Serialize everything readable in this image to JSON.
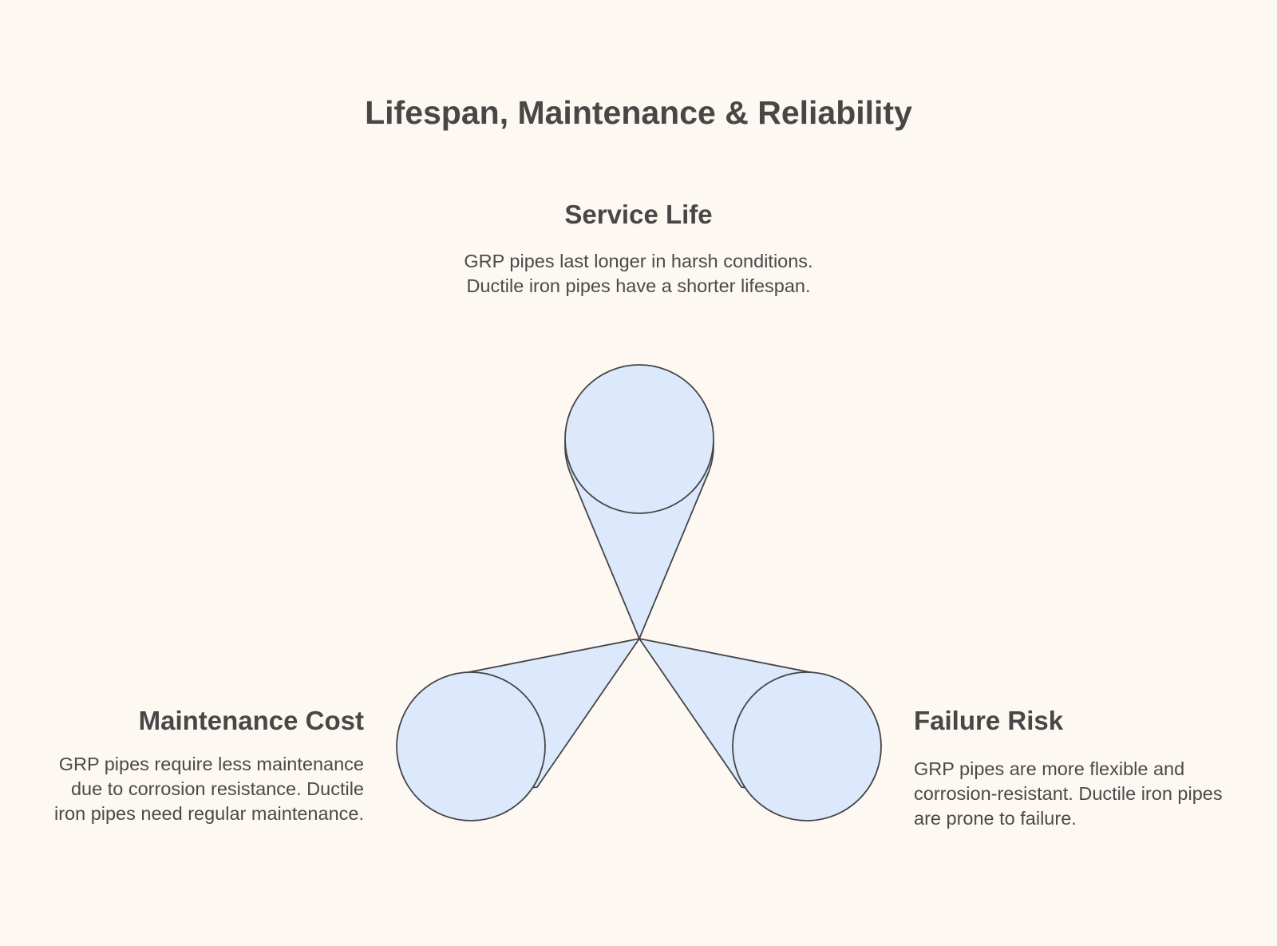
{
  "title": "Lifespan, Maintenance & Reliability",
  "colors": {
    "background": "#fdf8f2",
    "node_fill": "#dce8fc",
    "stroke": "#454545",
    "text": "#474747"
  },
  "nodes": [
    {
      "id": "service-life",
      "heading": "Service Life",
      "body": "GRP pipes last longer in harsh conditions. Ductile iron pipes have a shorter lifespan.",
      "position": "top"
    },
    {
      "id": "maintenance-cost",
      "heading": "Maintenance Cost",
      "body": "GRP pipes require less maintenance due to corrosion resistance. Ductile iron pipes need regular maintenance.",
      "position": "bottom-left"
    },
    {
      "id": "failure-risk",
      "heading": "Failure Risk",
      "body": "GRP pipes are more flexible and corrosion-resistant. Ductile iron pipes are prone to failure.",
      "position": "bottom-right"
    }
  ]
}
